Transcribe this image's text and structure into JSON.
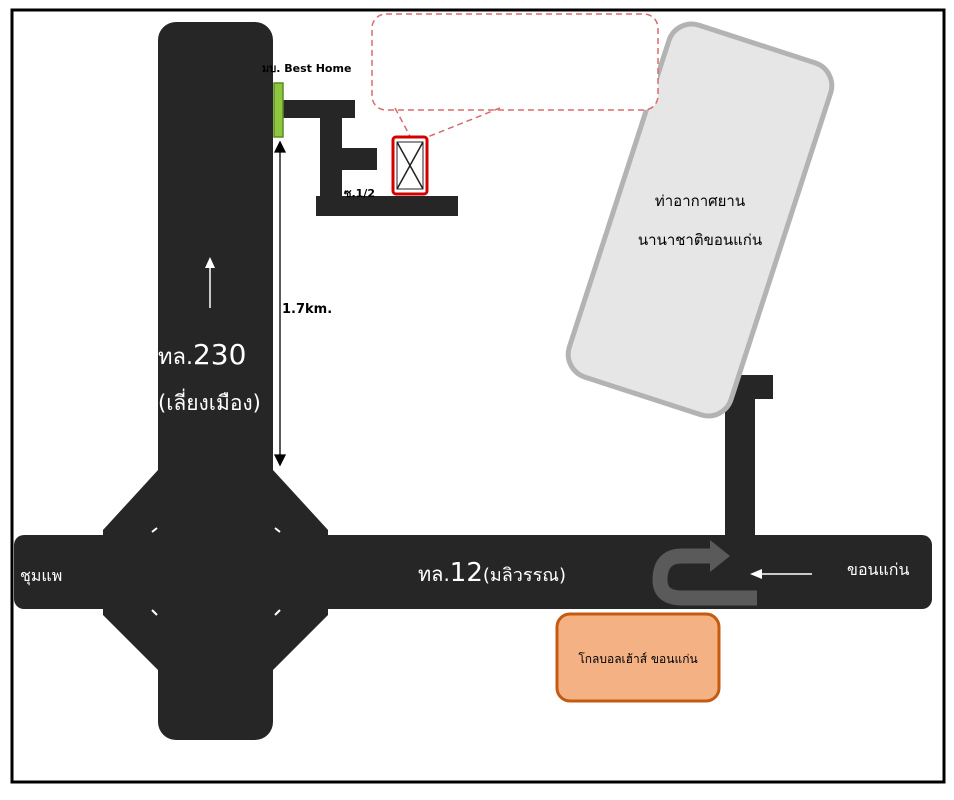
{
  "map": {
    "highway_230": {
      "label_prefix": "ทล.",
      "number": "230",
      "name": "(เลี่ยงเมือง)"
    },
    "highway_12": {
      "label_prefix": "ทล.",
      "number": "12",
      "name": "(มลิวรรณ)"
    },
    "destinations": {
      "west": "ชุมแพ",
      "east": "ขอนแก่น"
    },
    "distance": "1.7km.",
    "village": "มบ. Best Home",
    "soi": "ซ.1/2",
    "airport": {
      "line1": "ท่าอากาศยาน",
      "line2": "นานาชาติขอนแก่น"
    },
    "landmark": "โกลบอลเฮ้าส์ ขอนแก่น",
    "callout_text": "",
    "colors": {
      "road": "#262626",
      "airport_fill": "#e6e6e6",
      "airport_stroke": "#b3b3b3",
      "landmark_fill": "#f4b183",
      "landmark_stroke": "#c55a11",
      "marker_stroke": "#d40000",
      "village_marker": "#8dc63f"
    },
    "icons": [
      "north-arrow-icon",
      "west-arrow-icon",
      "u-turn-icon",
      "location-marker-icon"
    ]
  }
}
